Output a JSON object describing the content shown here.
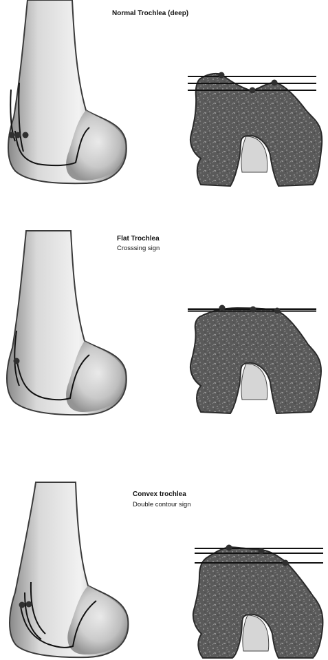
{
  "panels": [
    {
      "id": "normal",
      "title": "Normal Trochlea (deep)",
      "subtitle": ""
    },
    {
      "id": "flat",
      "title": "Flat Trochlea",
      "subtitle": "Crosssing sign"
    },
    {
      "id": "convex",
      "title": "Convex trochlea",
      "subtitle": "Double contour sign"
    }
  ],
  "colors": {
    "outline": "#3a3a3a",
    "bone_light": "#efefef",
    "bone_mid": "#b9b9b9",
    "bone_dark": "#6f6f6f",
    "condyle_fill": "#575757",
    "marker": "#2f2f2f",
    "line": "#111111"
  }
}
